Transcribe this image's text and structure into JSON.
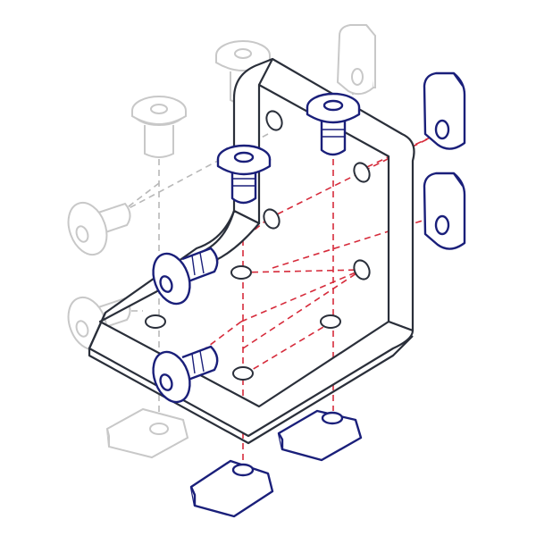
{
  "diagram": {
    "subject": "corner-bracket-assembly",
    "colors": {
      "outline": "#2a2f3a",
      "highlight": "#1a1f7a",
      "ghost": "#c8c8c8",
      "ghost_dash": "#b8b8b8",
      "guide": "#d62b3b",
      "background": "#ffffff"
    },
    "parts": {
      "bracket": {
        "type": "angle-bracket"
      },
      "screws_highlighted": 4,
      "screws_ghost": 4,
      "t_nuts_highlighted": 4,
      "t_nuts_ghost": 2
    }
  }
}
